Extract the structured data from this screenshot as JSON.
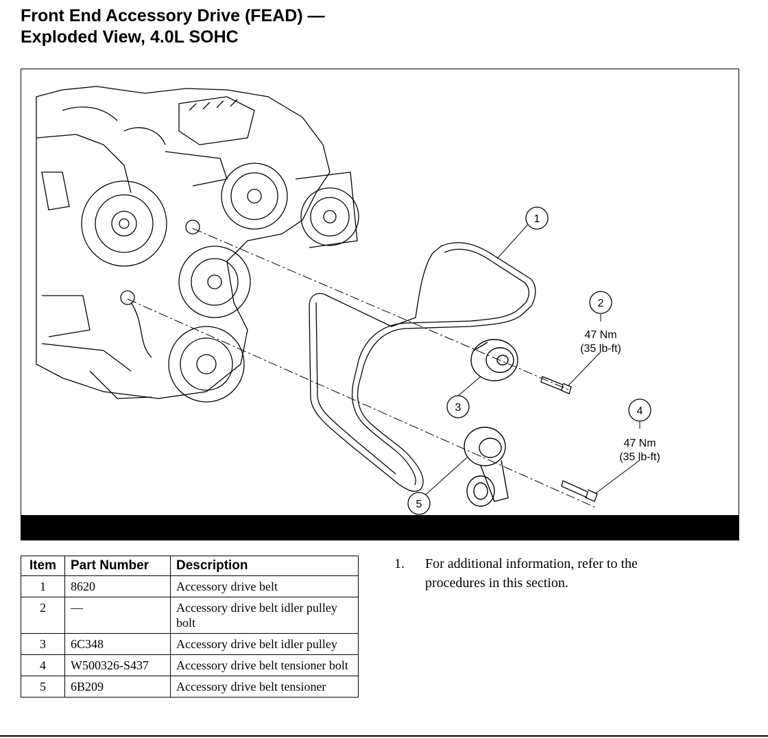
{
  "page": {
    "title_line1": "Front End Accessory Drive (FEAD) —",
    "title_line2": "Exploded View, 4.0L SOHC"
  },
  "figure": {
    "callouts": [
      {
        "item": "1"
      },
      {
        "item": "2",
        "torque_nm": "47 Nm",
        "torque_lbft": "(35 lb-ft)"
      },
      {
        "item": "3"
      },
      {
        "item": "4",
        "torque_nm": "47 Nm",
        "torque_lbft": "(35 lb-ft)"
      },
      {
        "item": "5"
      }
    ]
  },
  "parts_table": {
    "headers": [
      "Item",
      "Part Number",
      "Description"
    ],
    "rows": [
      {
        "item": "1",
        "part_number": "8620",
        "description": "Accessory drive belt"
      },
      {
        "item": "2",
        "part_number": "—",
        "description": "Accessory drive belt idler pulley bolt"
      },
      {
        "item": "3",
        "part_number": "6C348",
        "description": "Accessory drive belt idler pulley"
      },
      {
        "item": "4",
        "part_number": "W500326-S437",
        "description": "Accessory drive belt tensioner bolt"
      },
      {
        "item": "5",
        "part_number": "6B209",
        "description": "Accessory drive belt tensioner"
      }
    ]
  },
  "notes": [
    {
      "number": "1.",
      "text": "For additional information, refer to the procedures in this section."
    }
  ]
}
